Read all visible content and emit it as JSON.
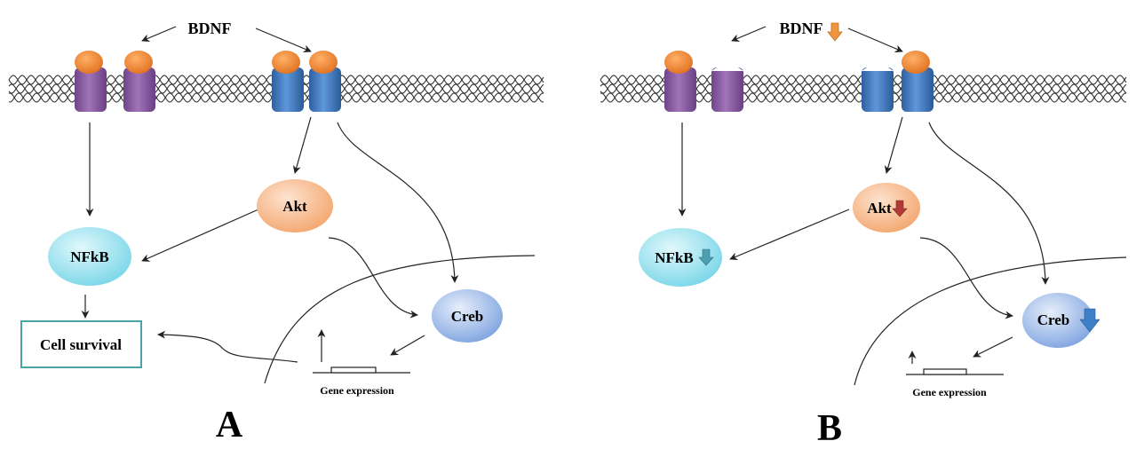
{
  "panels": [
    {
      "id": "A",
      "letter": "A",
      "ligand": "BDNF",
      "ligand_change": "",
      "nodes": {
        "akt": "Akt",
        "nfkb": "NFkB",
        "creb": "Creb",
        "survival": "Cell survival",
        "gene": "Gene expression"
      },
      "changes": {
        "akt": "",
        "nfkb": "",
        "creb": ""
      }
    },
    {
      "id": "B",
      "letter": "B",
      "ligand": "BDNF",
      "ligand_change": "decrease",
      "nodes": {
        "akt": "Akt",
        "nfkb": "NFkB",
        "creb": "Creb",
        "gene": "Gene expression"
      },
      "changes": {
        "akt": "decrease",
        "nfkb": "decrease",
        "creb": "decrease"
      }
    }
  ],
  "colors": {
    "receptor_purple": "#8a5ca0",
    "receptor_blue": "#3f78c2",
    "ligand_orange": "#ef8a33",
    "akt_fill": "#f7c39a",
    "nfkb_fill": "#a9e7f2",
    "creb_fill": "#a9c4ee",
    "survival_border": "#4aa3a8",
    "arrow_orange": "#ef9540",
    "arrow_red": "#b13b34",
    "arrow_teal": "#4d9fb1",
    "arrow_blue": "#3f7fc7"
  }
}
